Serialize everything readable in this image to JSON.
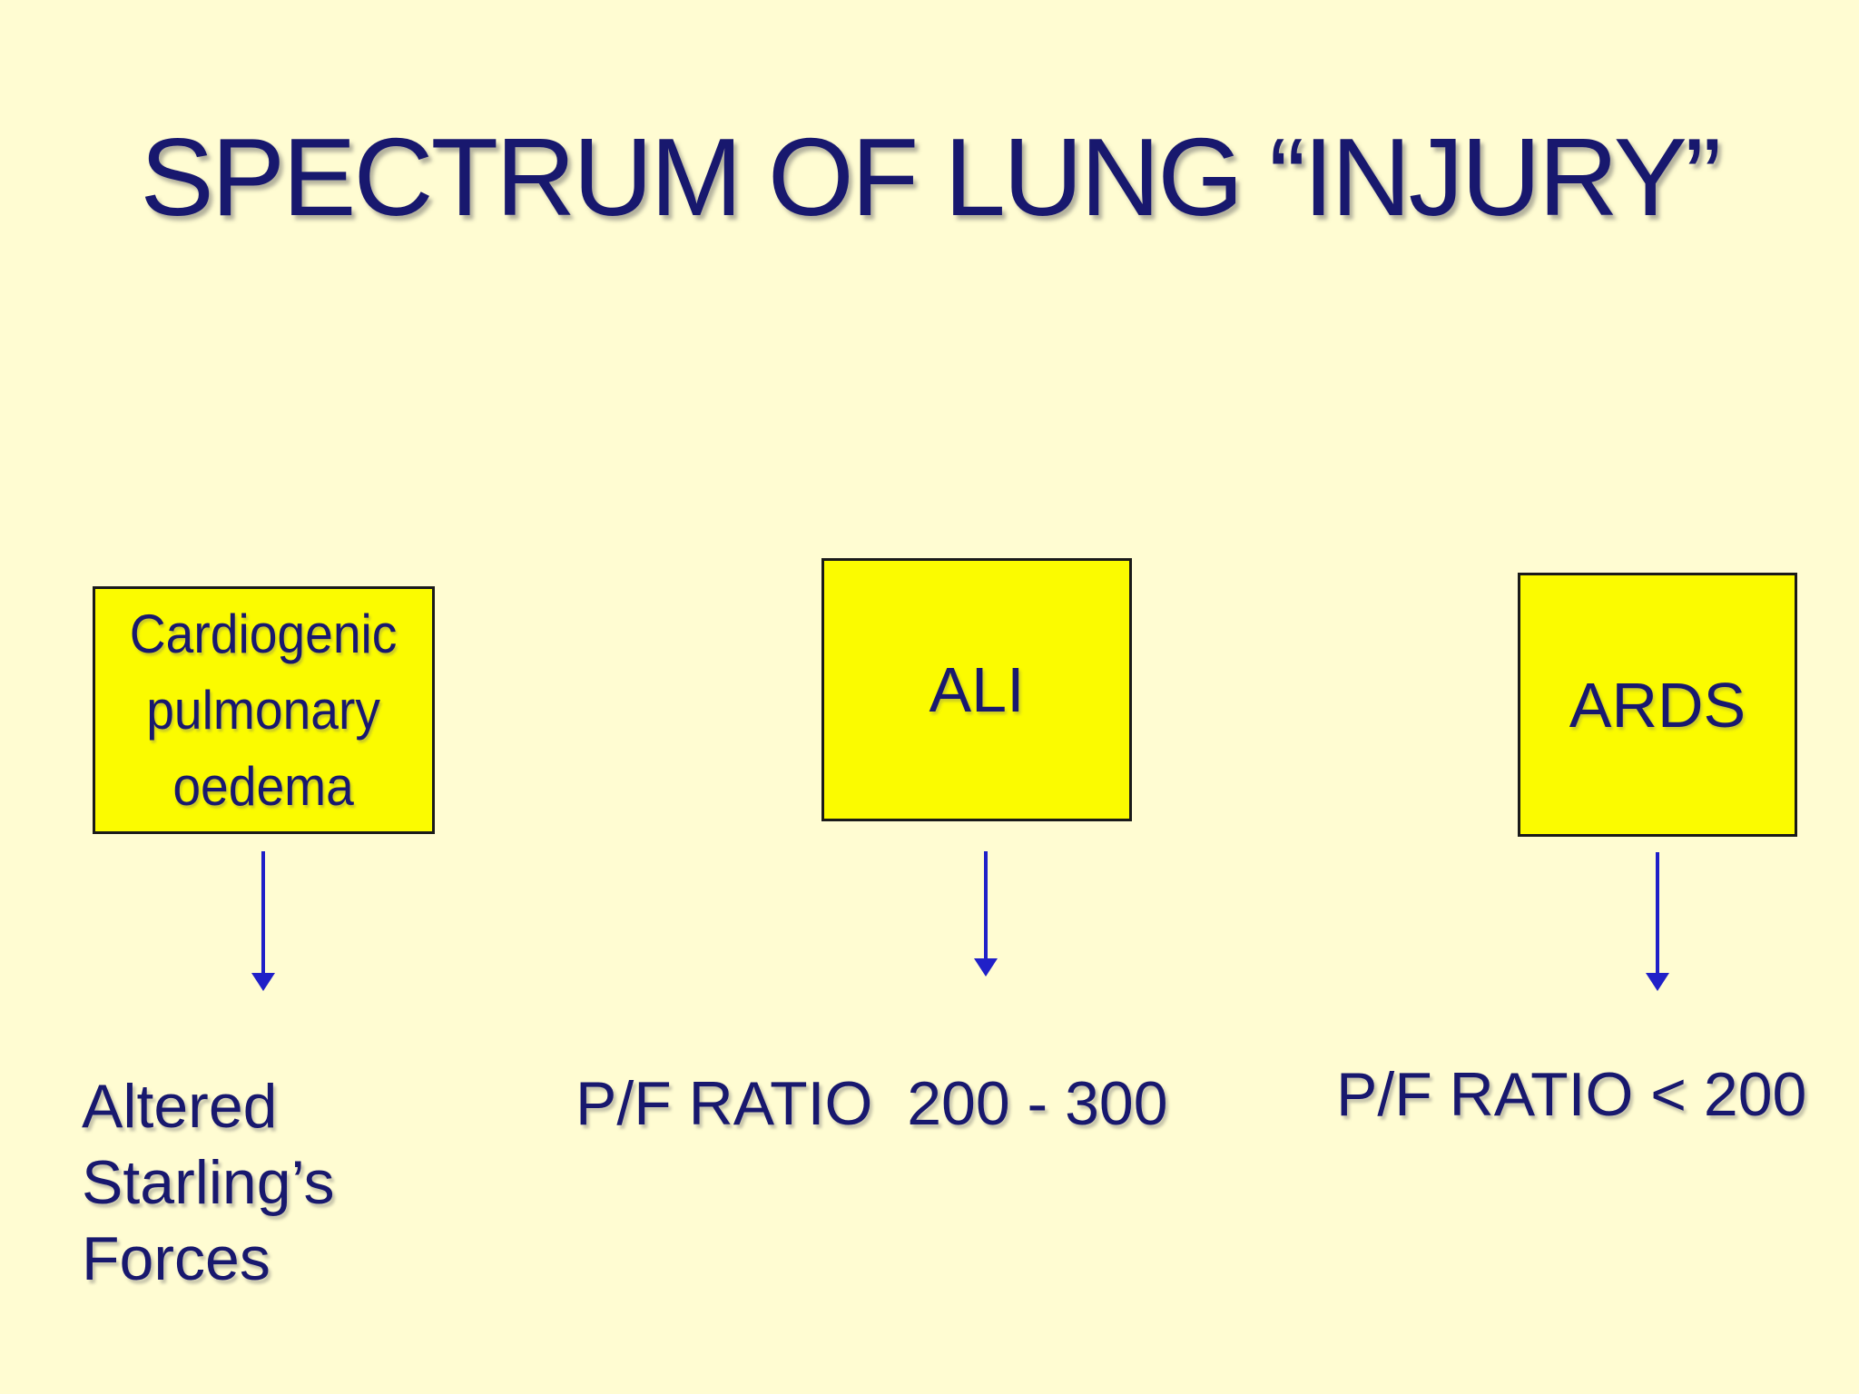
{
  "slide": {
    "title": "SPECTRUM OF LUNG “INJURY”",
    "stages": [
      {
        "box_label": "Cardiogenic\npulmonary\noedema",
        "caption": "Altered\nStarling’s\nForces"
      },
      {
        "box_label": "ALI",
        "caption": "P/F RATIO  200 - 300"
      },
      {
        "box_label": "ARDS",
        "caption": "P/F RATIO < 200"
      }
    ],
    "colors": {
      "background": "#FFFCD2",
      "box_fill": "#FBFB00",
      "box_border": "#1A1A1A",
      "text": "#18186E",
      "arrow": "#2020C8"
    }
  }
}
